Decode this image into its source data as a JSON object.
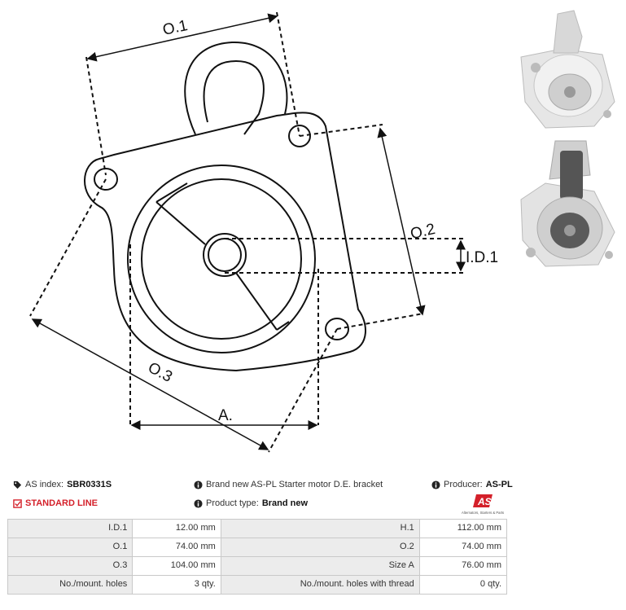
{
  "drawing": {
    "labels": {
      "o1": "O.1",
      "o2": "O.2",
      "o3": "O.3",
      "a": "A.",
      "id1": "I.D.1"
    }
  },
  "info": {
    "as_index_label": "AS index:",
    "as_index_value": "SBR0331S",
    "line": "STANDARD LINE",
    "description": "Brand new AS-PL Starter motor D.E. bracket",
    "product_type_label": "Product type:",
    "product_type_value": "Brand new",
    "producer_label": "Producer:",
    "producer_value": "AS-PL"
  },
  "logo": {
    "mark": "AS",
    "tagline": "Alternators, Starters & Parts",
    "color": "#d4202a"
  },
  "specs": {
    "rows": [
      {
        "k1": "I.D.1",
        "v1": "12.00 mm",
        "k2": "H.1",
        "v2": "112.00 mm"
      },
      {
        "k1": "O.1",
        "v1": "74.00 mm",
        "k2": "O.2",
        "v2": "74.00 mm"
      },
      {
        "k1": "O.3",
        "v1": "104.00 mm",
        "k2": "Size A",
        "v2": "76.00 mm"
      },
      {
        "k1": "No./mount. holes",
        "v1": "3 qty.",
        "k2": "No./mount. holes with thread",
        "v2": "0 qty."
      }
    ]
  },
  "icons": {
    "tags": "tags-icon",
    "check": "checkbox-icon",
    "info": "info-icon"
  }
}
